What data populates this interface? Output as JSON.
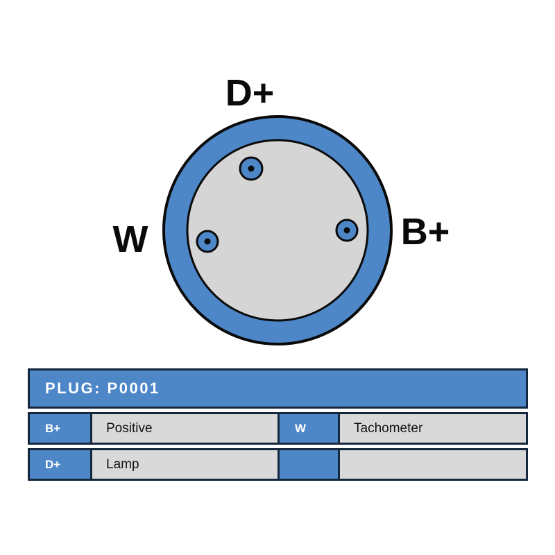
{
  "connector": {
    "labels": {
      "top": "D+",
      "left": "W",
      "right": "B+"
    },
    "pins": [
      {
        "id": "d-plus",
        "label": "D+",
        "position": "top"
      },
      {
        "id": "w",
        "label": "W",
        "position": "left"
      },
      {
        "id": "b-plus",
        "label": "B+",
        "position": "right"
      }
    ]
  },
  "table": {
    "header": "PLUG: P0001",
    "rows": [
      {
        "pin1": "B+",
        "desc1": "Positive",
        "pin2": "W",
        "desc2": "Tachometer"
      },
      {
        "pin1": "D+",
        "desc1": "Lamp",
        "pin2": "",
        "desc2": ""
      }
    ]
  },
  "colors": {
    "blue": "#4d87c7",
    "face_gray": "#d5d5d5",
    "cell_gray": "#d9d9d9",
    "outline": "#0a0a0a",
    "table_border": "#14273d",
    "header_text": "#ffffff"
  }
}
